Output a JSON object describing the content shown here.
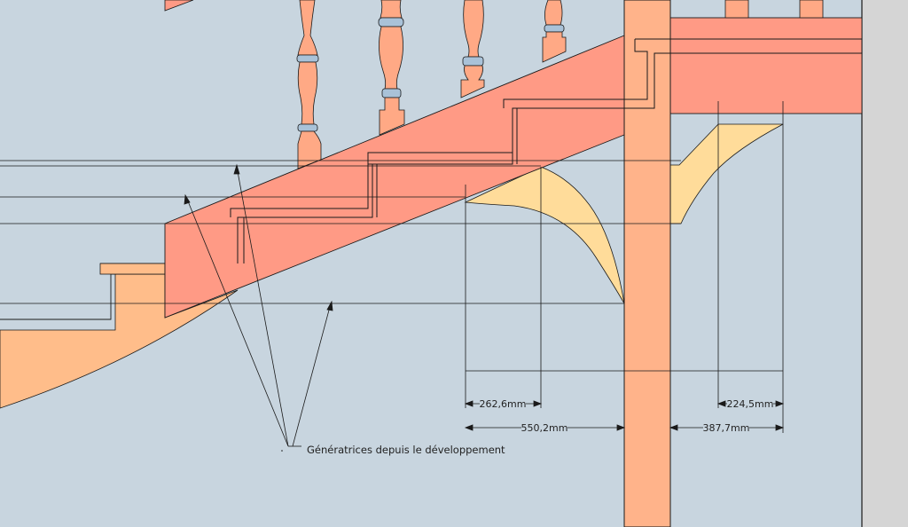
{
  "colors": {
    "background": "#c8d5df",
    "stringer": "#ff9a85",
    "steps_orange": "#ffbd8a",
    "light_yellow": "#ffdc9a",
    "post": "#ffb38a",
    "balusters": "#ffa985",
    "baluster_rings": "#a9c2d8",
    "right_gutter": "#d5d5d5",
    "line": "#1a1a1a"
  },
  "dimensions": {
    "dim_262": "262,6mm",
    "dim_550": "550,2mm",
    "dim_224": "224,5mm",
    "dim_387": "387,7mm"
  },
  "annotation": {
    "generatrices": "Génératrices depuis le développement"
  }
}
